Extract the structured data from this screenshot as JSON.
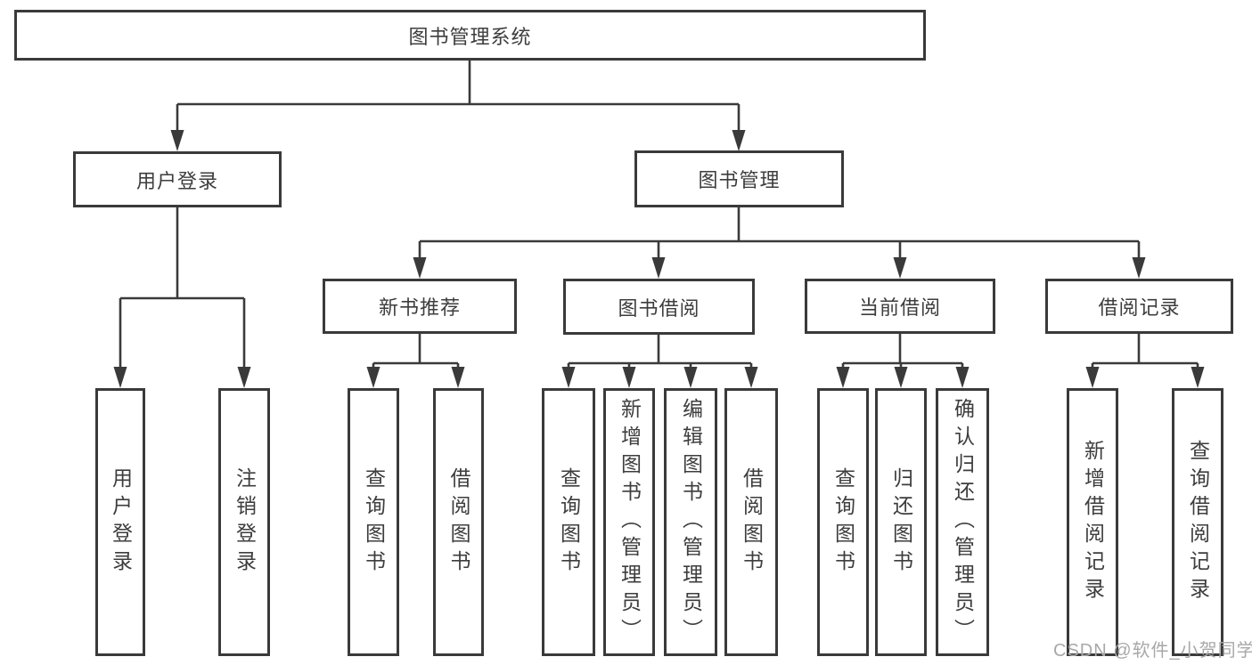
{
  "tree": {
    "root": {
      "label": "图书管理系统"
    },
    "branches": [
      {
        "label": "用户登录",
        "children": [
          {
            "label": "用户登录"
          },
          {
            "label": "注销登录"
          }
        ]
      },
      {
        "label": "图书管理",
        "children": [
          {
            "label": "新书推荐",
            "children": [
              {
                "label": "查询图书"
              },
              {
                "label": "借阅图书"
              }
            ]
          },
          {
            "label": "图书借阅",
            "children": [
              {
                "label": "查询图书"
              },
              {
                "label": "新增图书（管理员）"
              },
              {
                "label": "编辑图书（管理员）"
              },
              {
                "label": "借阅图书"
              }
            ]
          },
          {
            "label": "当前借阅",
            "children": [
              {
                "label": "查询图书"
              },
              {
                "label": "归还图书"
              },
              {
                "label": "确认归还（管理员）"
              }
            ]
          },
          {
            "label": "借阅记录",
            "children": [
              {
                "label": "新增借阅记录"
              },
              {
                "label": "查询借阅记录"
              }
            ]
          }
        ]
      }
    ]
  },
  "watermark": {
    "text": "CSDN @软件_小贺同学"
  },
  "colors": {
    "line": "#3a3a3a",
    "text": "#3d3d3d",
    "watermark": "#a8a8a8"
  }
}
